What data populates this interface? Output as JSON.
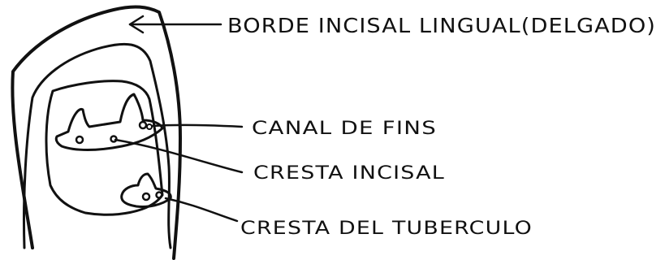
{
  "labels": {
    "borde_incisal": "BORDE INCISAL LINGUAL(DELGADO)",
    "canal_de_fins": "CANAL DE FINS",
    "cresta_incisal": "CRESTA INCISAL",
    "cresta_tuberculo": "CRESTA DEL TUBERCULO"
  },
  "colors": {
    "ink": "#111111",
    "paper": "#ffffff"
  }
}
